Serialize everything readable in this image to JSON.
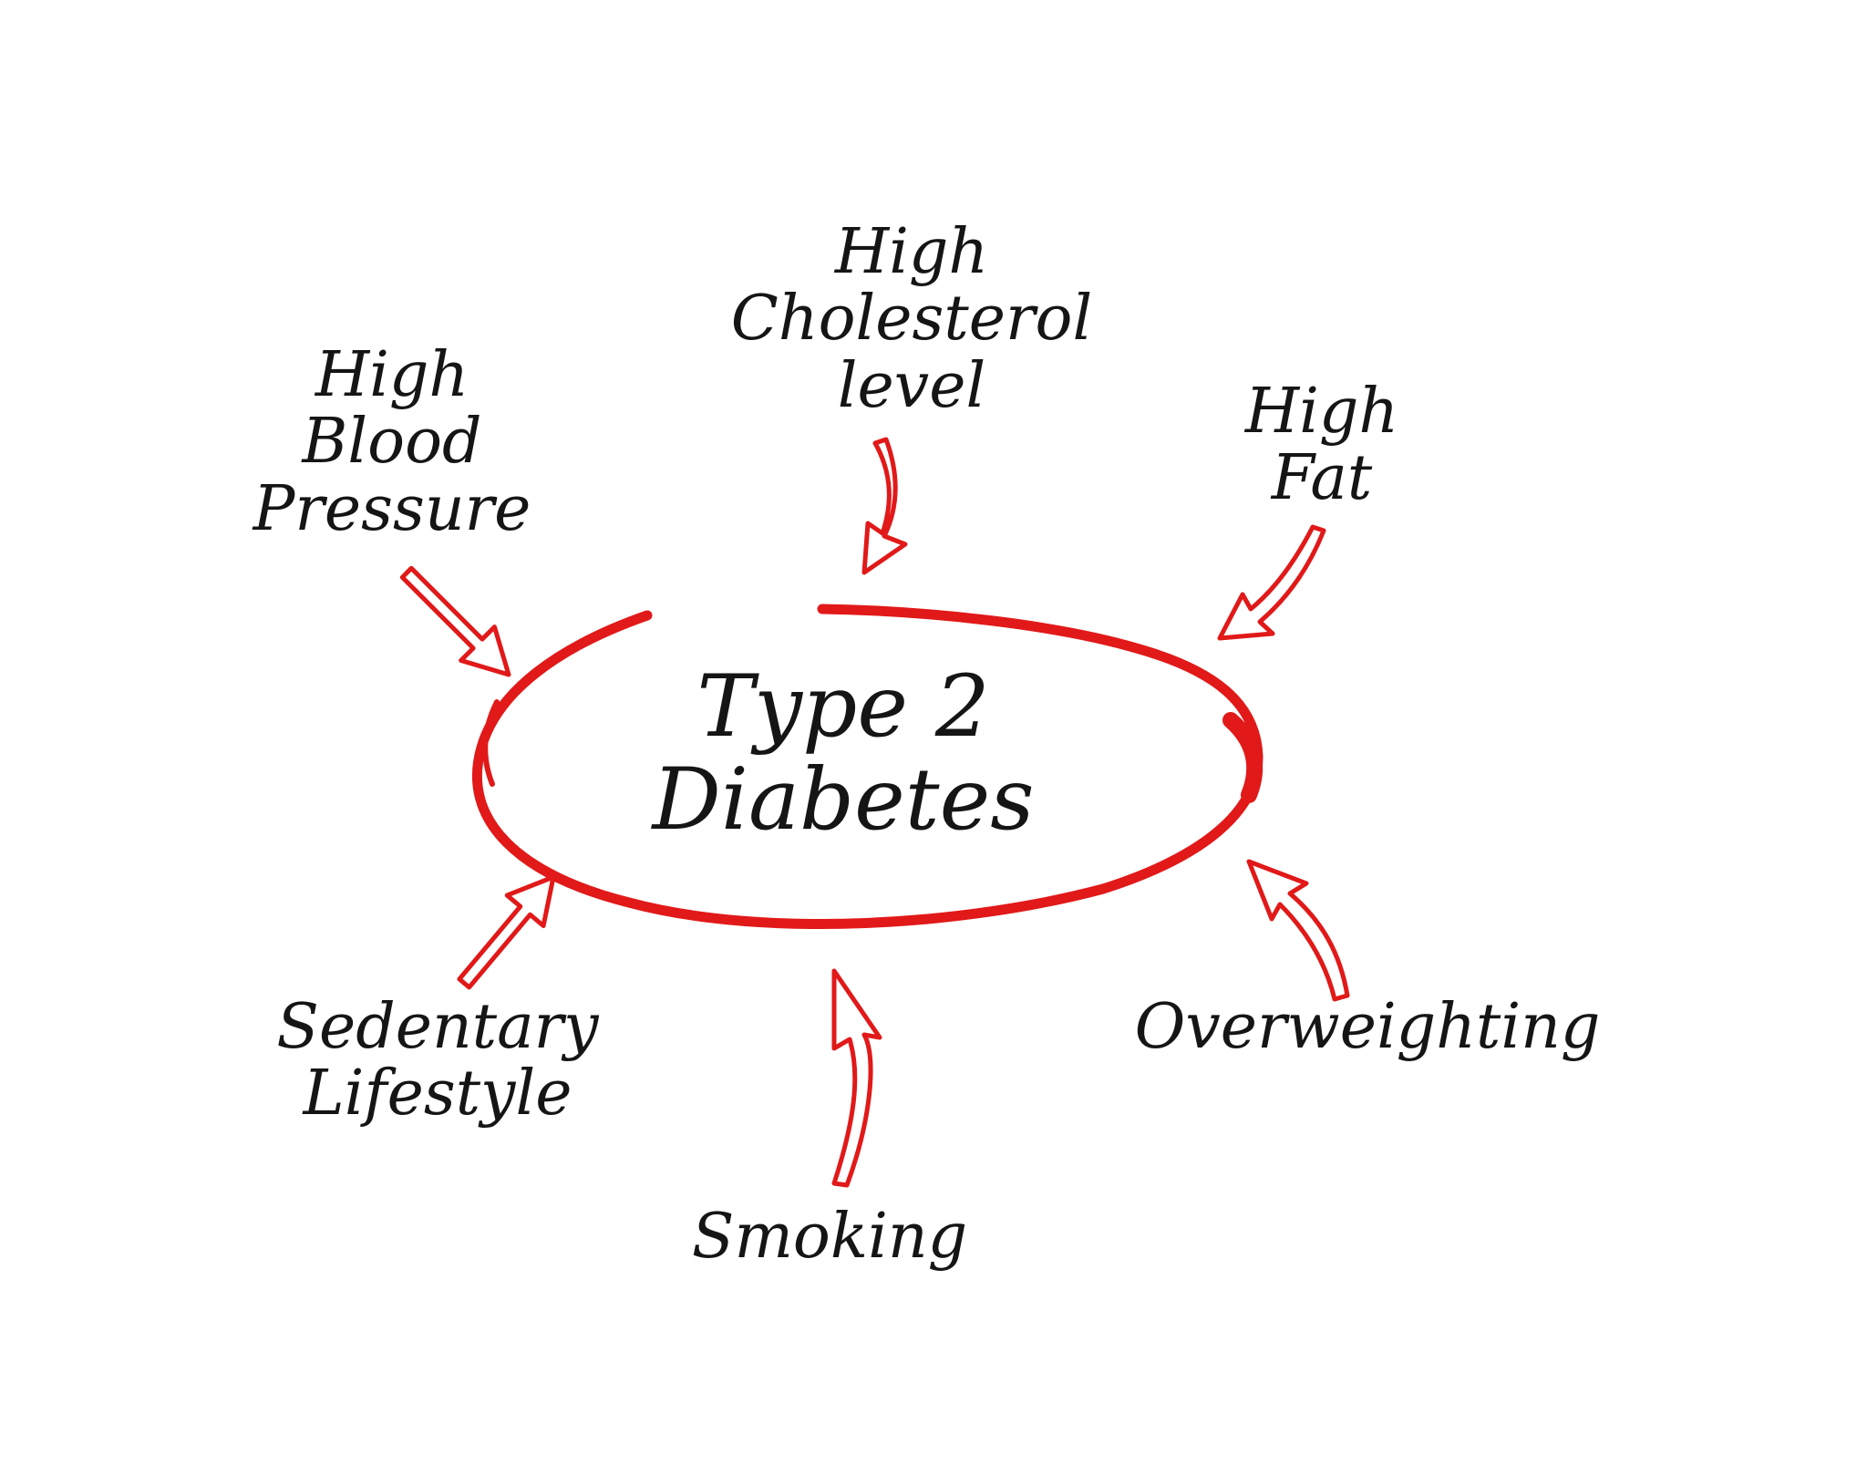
{
  "center": {
    "line1": "Type 2",
    "line2": "Diabetes"
  },
  "factors": {
    "blood_pressure": [
      "High",
      "Blood",
      "Pressure"
    ],
    "cholesterol": [
      "High",
      "Cholesterol",
      "level"
    ],
    "fat": [
      "High",
      "Fat"
    ],
    "sedentary": [
      "Sedentary",
      "Lifestyle"
    ],
    "smoking": [
      "Smoking"
    ],
    "overweight": [
      "Overweighting"
    ]
  },
  "colors": {
    "accent": "#e11919",
    "text": "#151515",
    "background": "#ffffff"
  }
}
